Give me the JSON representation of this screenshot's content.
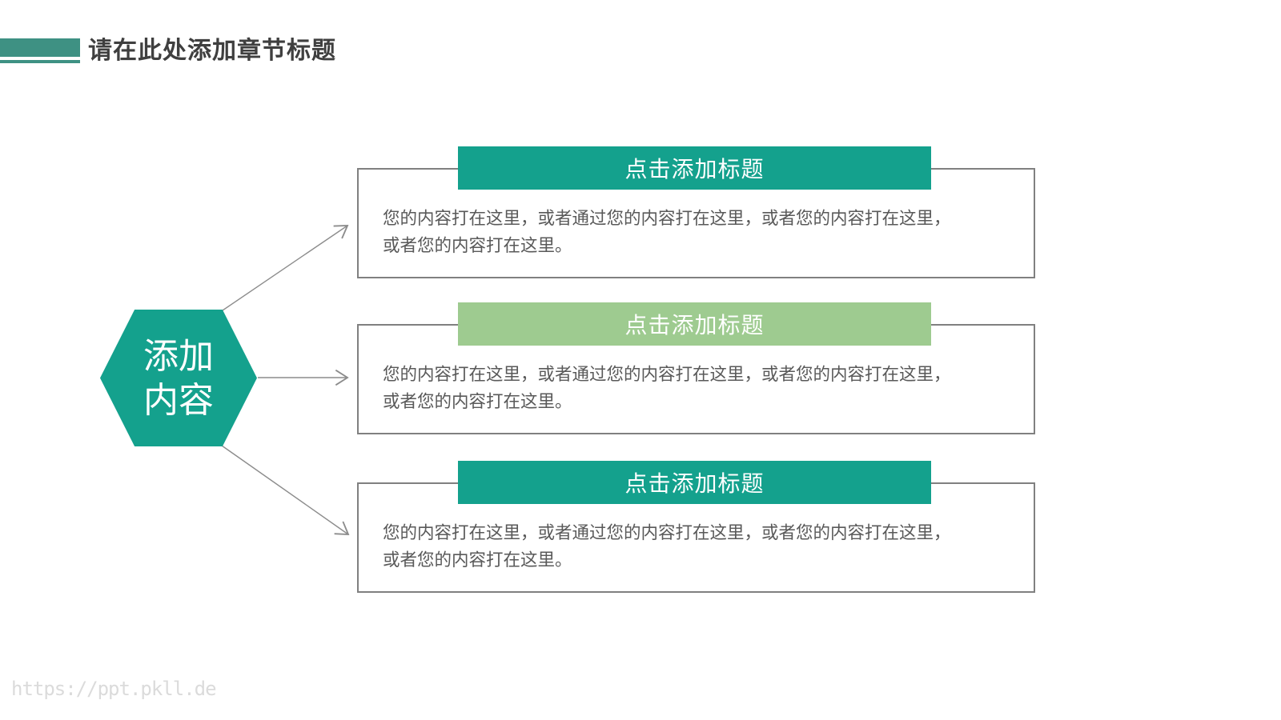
{
  "slide": {
    "header": {
      "title": "请在此处添加章节标题"
    },
    "hexagon": {
      "label": "添加\n内容"
    },
    "groups": [
      {
        "title": "点击添加标题",
        "body_line1": "您的内容打在这里，或者通过您的内容打在这里，或者您的内容打在这里，",
        "body_line2": "或者您的内容打在这里。",
        "variant": "teal"
      },
      {
        "title": "点击添加标题",
        "body_line1": "您的内容打在这里，或者通过您的内容打在这里，或者您的内容打在这里，",
        "body_line2": "或者您的内容打在这里。",
        "variant": "green"
      },
      {
        "title": "点击添加标题",
        "body_line1": "您的内容打在这里，或者通过您的内容打在这里，或者您的内容打在这里，",
        "body_line2": "或者您的内容打在这里。",
        "variant": "teal"
      }
    ],
    "watermark": "https://ppt.pkll.de",
    "colors": {
      "teal": "#14a18d",
      "accent_teal": "#3e9183",
      "light_green": "#9ecb90",
      "box_border": "#808080",
      "title_text": "#3f3f3f",
      "body_text": "#595959",
      "arrow": "#8c8c8c",
      "watermark": "#dbdbdb"
    }
  }
}
